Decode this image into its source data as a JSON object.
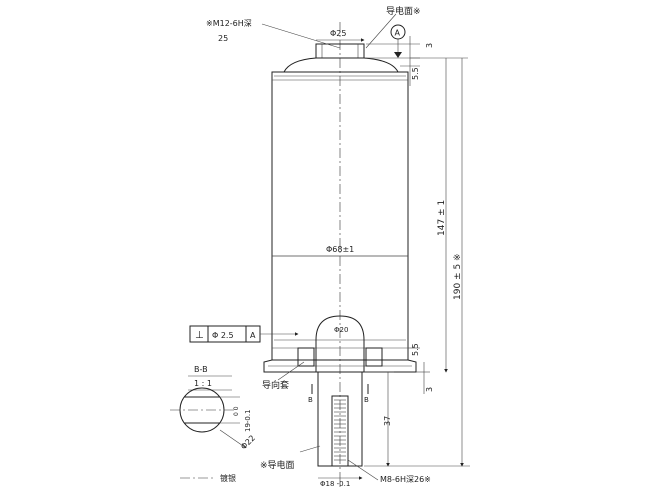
{
  "drawing": {
    "callouts": {
      "top_thread": "※M12-6H深",
      "top_thread_depth": "25",
      "conductive_face_top": "导电面※",
      "datum_letter": "A",
      "guide_sleeve": "导向套",
      "conductive_face_bottom": "※导电面",
      "bottom_thread": "M8-6H深26※"
    },
    "dimensions": {
      "dia_top": "Φ25",
      "dia_body": "Φ68±1",
      "dia_stem_top": "Φ20",
      "dia_section": "Φ22",
      "dia_bottom": "Φ18 -0.1",
      "length_body": "147 ± 1",
      "length_total": "190 ± 5 ※",
      "top_offset_3": "3",
      "top_offset_5_5": "5.5",
      "bottom_offset_5_5": "5.5",
      "bottom_offset_3": "3",
      "stem_length": "37",
      "flat_width": "19-0.1",
      "flat_tol": "0 0"
    },
    "tolerance_frame": {
      "symbol": "⊥",
      "value": "Φ 2.5",
      "datum": "A"
    },
    "section": {
      "title": "B-B",
      "scale": "1 : 1",
      "marker": "B"
    },
    "legend": {
      "label": "镀银"
    }
  }
}
